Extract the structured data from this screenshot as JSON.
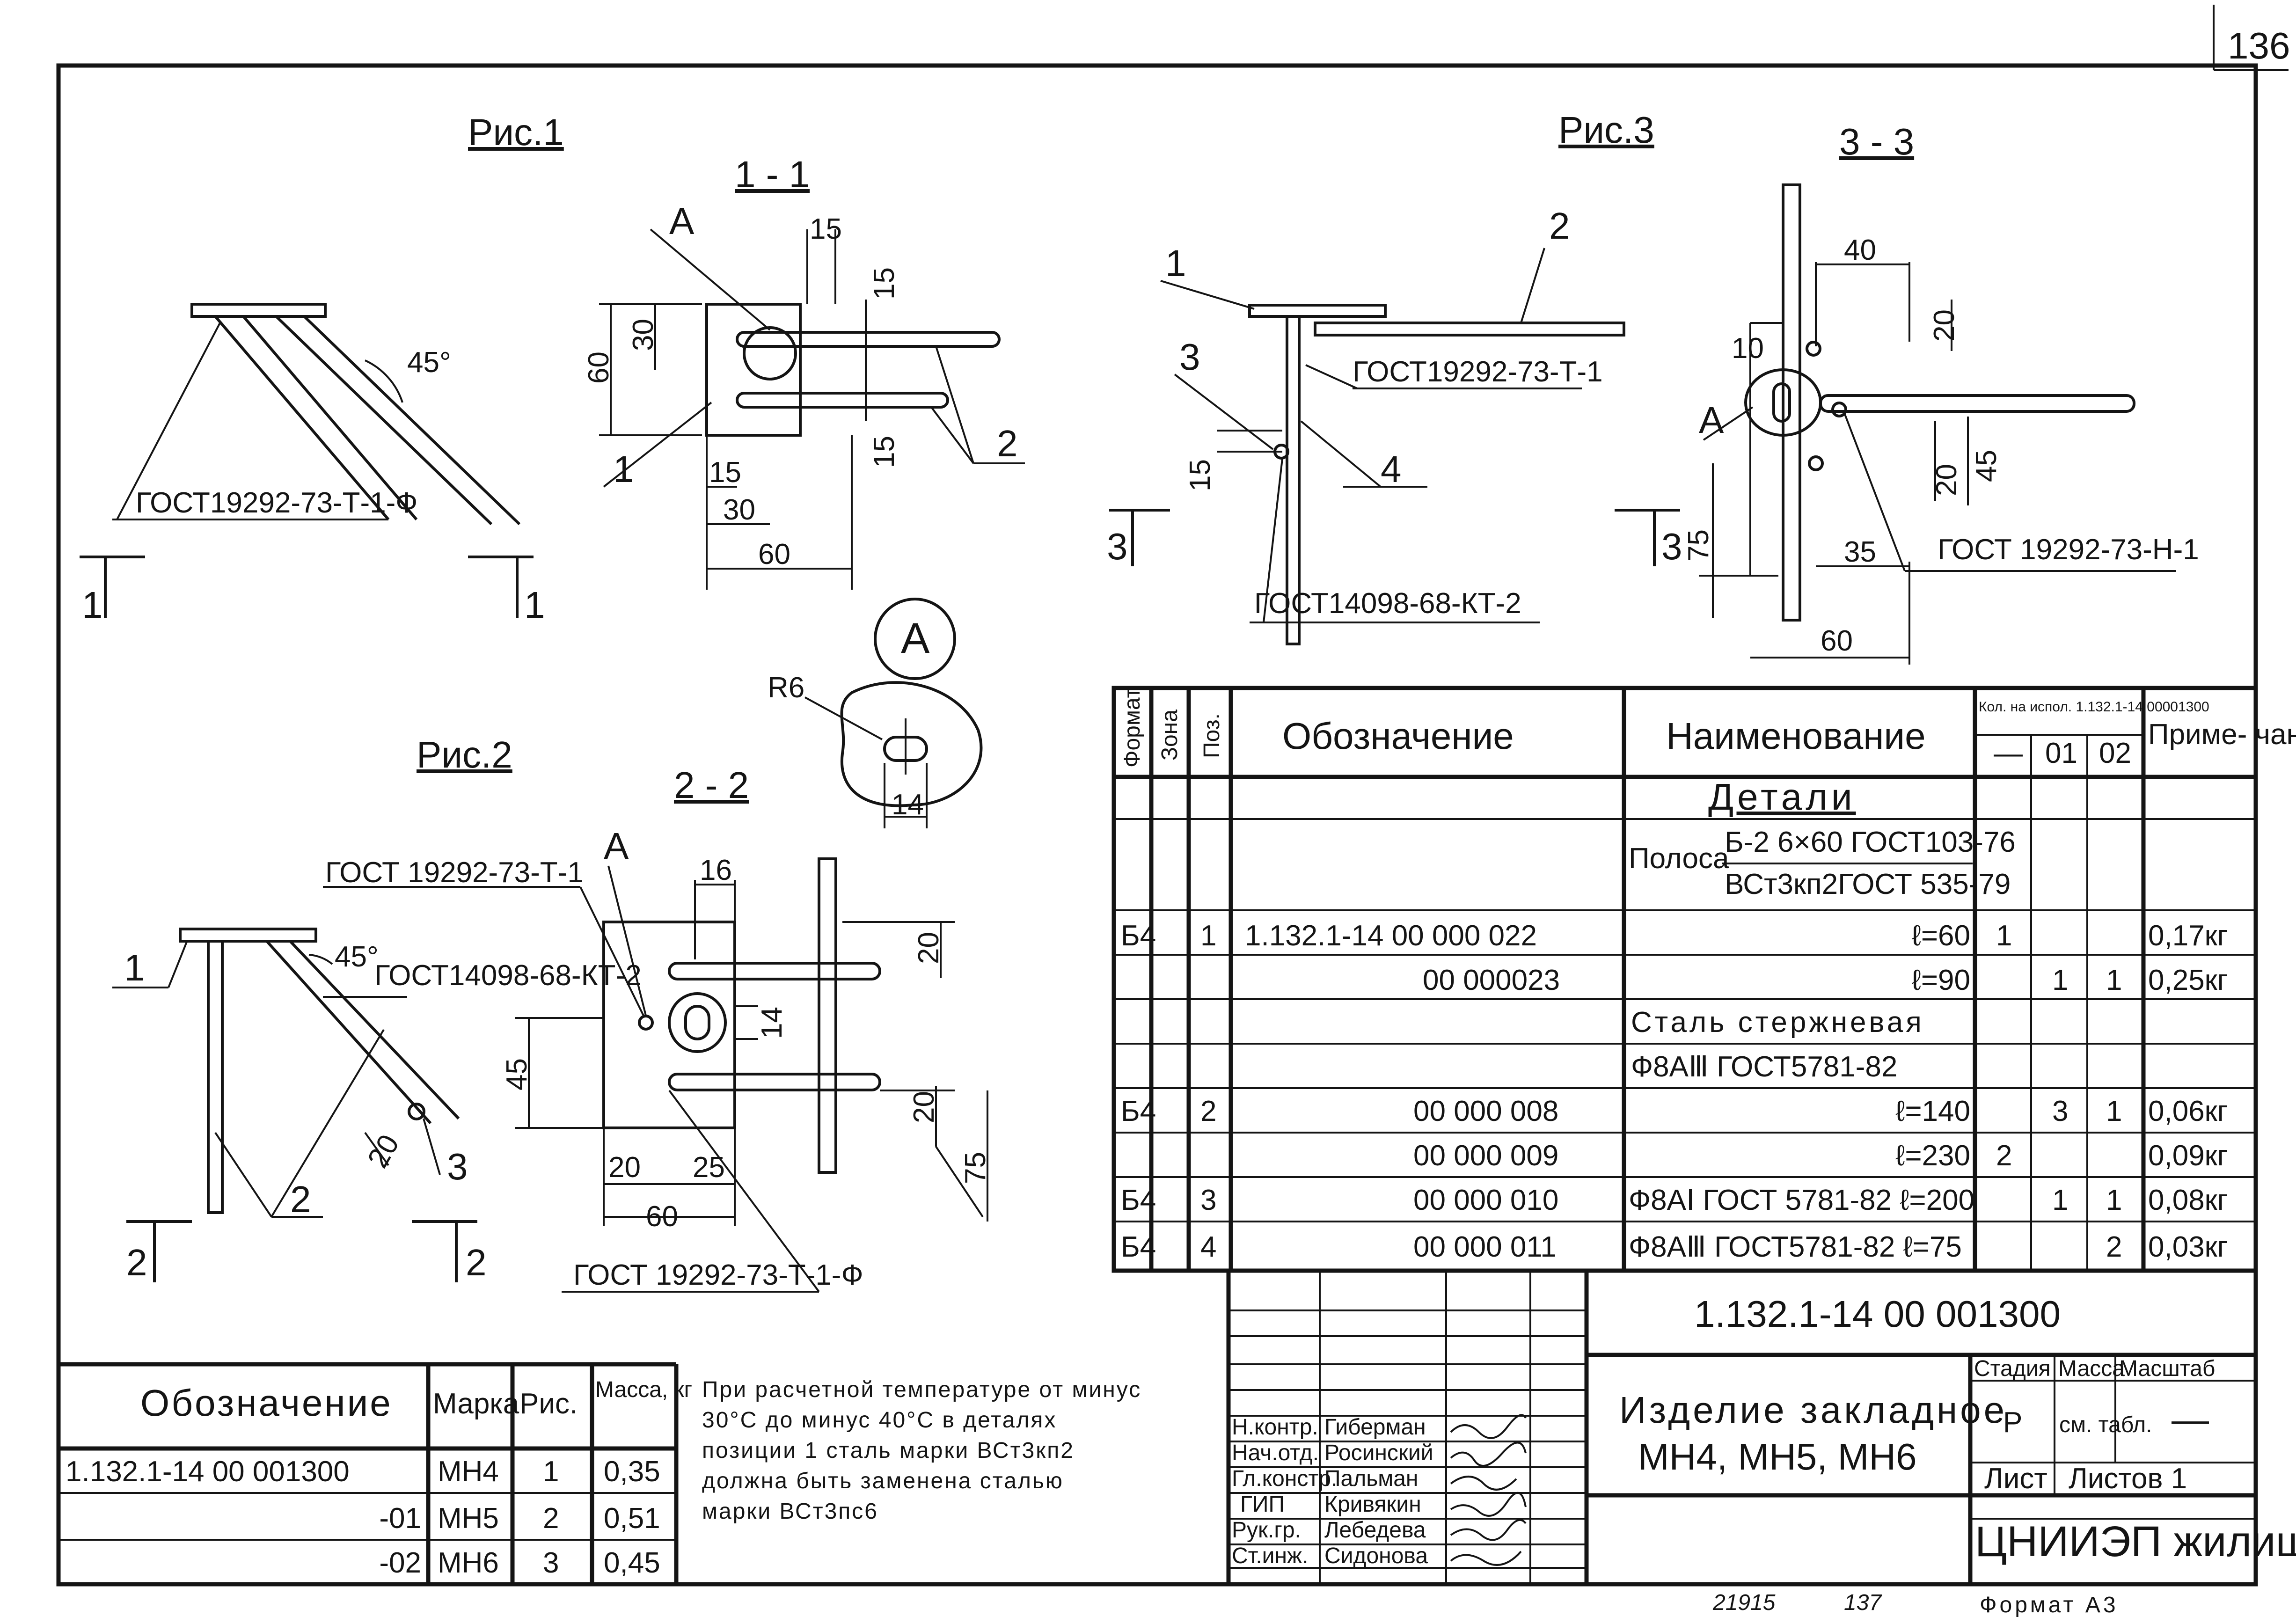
{
  "page_number": "136",
  "figures": {
    "fig1": {
      "title": "Рис.1",
      "section": "1 - 1",
      "section_marker": "1",
      "gost_label": "ГОСТ19292-73-Т-1-Ф",
      "angle": "45°",
      "callout_a": "А",
      "pos_1": "1",
      "pos_2": "2",
      "dims": [
        "15",
        "15",
        "30",
        "60",
        "15",
        "15",
        "30",
        "60"
      ]
    },
    "fig2": {
      "title": "Рис.2",
      "section": "2 - 2",
      "section_marker": "2",
      "gost_t1": "ГОСТ 19292-73-Т-1",
      "gost_kt2": "ГОСТ14098-68-КТ-2",
      "gost_t1f": "ГОСТ 19292-73-Т-1-Ф",
      "angle": "45°",
      "callout_a": "А",
      "pos_1": "1",
      "pos_2": "2",
      "pos_3": "3",
      "dims": [
        "16",
        "20",
        "14",
        "45",
        "20",
        "75",
        "20",
        "25",
        "60",
        "20"
      ]
    },
    "fig3": {
      "title": "Рис.3",
      "section": "3 - 3",
      "section_marker": "3",
      "gost_t1": "ГОСТ19292-73-Т-1",
      "gost_kt2": "ГОСТ14098-68-КТ-2",
      "gost_n1": "ГОСТ 19292-73-Н-1",
      "callout_a": "А",
      "pos_1": "1",
      "pos_2": "2",
      "pos_3": "3",
      "pos_4": "4",
      "dims": [
        "15",
        "40",
        "20",
        "10",
        "20",
        "45",
        "75",
        "35",
        "60"
      ]
    },
    "detail_a": {
      "title": "А",
      "radius": "R6",
      "width": "14"
    }
  },
  "spec_table": {
    "headers": {
      "format": "Формат",
      "zone": "Зона",
      "pos": "Поз.",
      "designation": "Обозначение",
      "name": "Наименование",
      "qty": "Кол. на испол. 1.132.1-14 00001300",
      "qty_dash": "—",
      "qty_01": "01",
      "qty_02": "02",
      "note": "Приме- чание"
    },
    "section_title": "Детали",
    "strip_label": "Полоса",
    "strip_top": "Б-2 6×60 ГОСТ103-76",
    "strip_bottom": "ВСт3кп2ГОСТ 535-79",
    "rows": [
      {
        "format": "Б4",
        "zone": "",
        "pos": "1",
        "designation": "1.132.1-14 00 000 022",
        "name": "ℓ=60",
        "q0": "1",
        "q1": "",
        "q2": "",
        "note": "0,17кг"
      },
      {
        "format": "",
        "zone": "",
        "pos": "",
        "designation": "00 000023",
        "name": "ℓ=90",
        "q0": "",
        "q1": "1",
        "q2": "1",
        "note": "0,25кг"
      },
      {
        "format": "",
        "zone": "",
        "pos": "",
        "designation": "",
        "name": "Сталь стержневая",
        "q0": "",
        "q1": "",
        "q2": "",
        "note": ""
      },
      {
        "format": "",
        "zone": "",
        "pos": "",
        "designation": "",
        "name": "Ф8АⅢ ГОСТ5781-82",
        "q0": "",
        "q1": "",
        "q2": "",
        "note": ""
      },
      {
        "format": "Б4",
        "zone": "",
        "pos": "2",
        "designation": "00 000 008",
        "name": "ℓ=140",
        "q0": "",
        "q1": "3",
        "q2": "1",
        "note": "0,06кг"
      },
      {
        "format": "",
        "zone": "",
        "pos": "",
        "designation": "00 000 009",
        "name": "ℓ=230",
        "q0": "2",
        "q1": "",
        "q2": "",
        "note": "0,09кг"
      },
      {
        "format": "Б4",
        "zone": "",
        "pos": "3",
        "designation": "00 000 010",
        "name": "Ф8АⅠ ГОСТ 5781-82 ℓ=200",
        "q0": "",
        "q1": "1",
        "q2": "1",
        "note": "0,08кг"
      },
      {
        "format": "Б4",
        "zone": "",
        "pos": "4",
        "designation": "00 000 011",
        "name": "Ф8АⅢ ГОСТ5781-82 ℓ=75",
        "q0": "",
        "q1": "",
        "q2": "2",
        "note": "0,03кг"
      }
    ]
  },
  "marks_table": {
    "headers": {
      "designation": "Обозначение",
      "mark": "Марка",
      "fig": "Рис.",
      "mass": "Масса, кг"
    },
    "rows": [
      {
        "designation": "1.132.1-14 00 001300",
        "mark": "МН4",
        "fig": "1",
        "mass": "0,35"
      },
      {
        "designation": "-01",
        "mark": "МН5",
        "fig": "2",
        "mass": "0,51"
      },
      {
        "designation": "-02",
        "mark": "МН6",
        "fig": "3",
        "mass": "0,45"
      }
    ]
  },
  "note": [
    "При расчетной температуре от минус",
    "30°С до минус 40°С в деталях",
    "позиции 1 сталь марки ВСт3кп2",
    "должна быть заменена сталью",
    "марки ВСт3пс6"
  ],
  "title_block": {
    "doc_code": "1.132.1-14 00 001300",
    "title_line1": "Изделие закладное",
    "title_line2": "МН4, МН5, МН6",
    "stage_label": "Стадия",
    "mass_label": "Масса",
    "scale_label": "Масштаб",
    "stage_value": "Р",
    "mass_value": "см. табл.",
    "scale_value": "—",
    "sheet_label": "Лист",
    "sheets_label": "Листов 1",
    "org_name": "ЦНИИЭП жилища",
    "signatories": [
      {
        "role": "Н.контр.",
        "name": "Гиберман"
      },
      {
        "role": "Нач.отд.",
        "name": "Росинский"
      },
      {
        "role": "Гл.констр.",
        "name": "Пальман"
      },
      {
        "role": "ГИП",
        "name": "Кривякин"
      },
      {
        "role": "Рук.гр.",
        "name": "Лебедева"
      },
      {
        "role": "Ст.инж.",
        "name": "Сидонова"
      }
    ]
  },
  "footer": {
    "left": "21915",
    "middle": "137",
    "format": "Формат А3"
  }
}
